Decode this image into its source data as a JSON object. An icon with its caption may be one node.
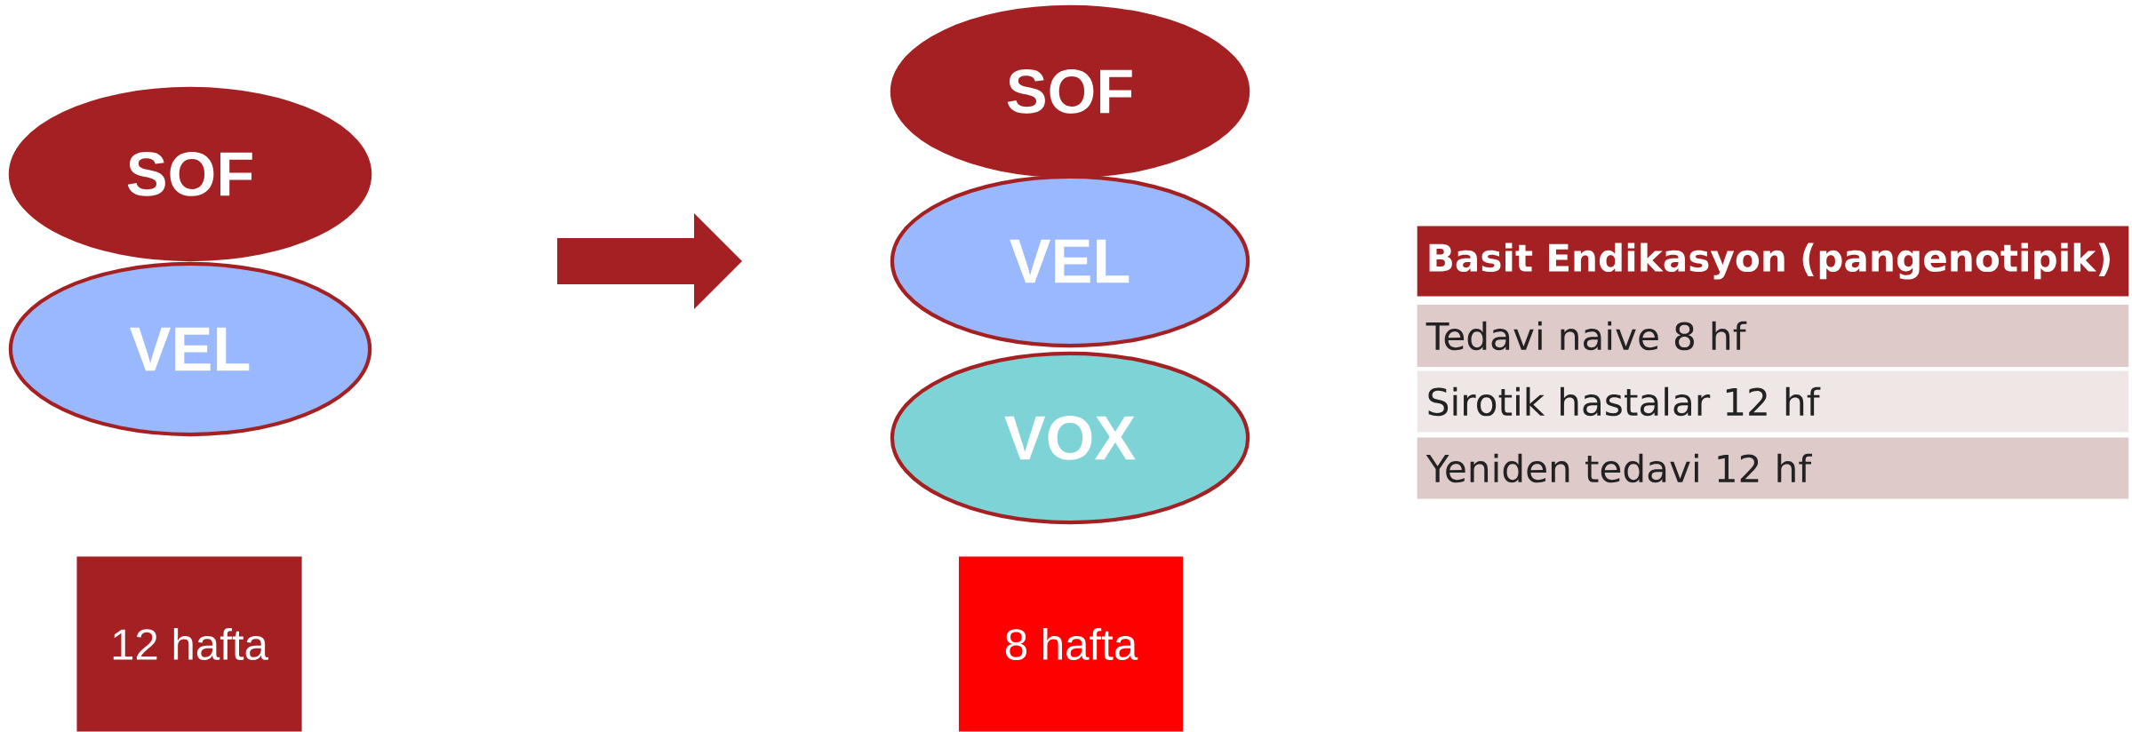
{
  "diagram": {
    "nodes": [
      {
        "text": [
          "SOF"
        ]
      },
      {
        "text": [
          "VEL"
        ]
      },
      {
        "text": [
          "12 hafta"
        ]
      },
      {
        "text": [
          "SOF"
        ]
      },
      {
        "text": [
          "VEL"
        ]
      },
      {
        "text": [
          "VOX"
        ]
      },
      {
        "text": [
          "8 hafta"
        ]
      }
    ],
    "labels": [
      "Basit Endikasyon (pangenotipik)",
      "Tedavi naive 8 hf",
      "Sirotik hastalar 12 hf",
      "Yeniden tedavi 12 hf"
    ]
  }
}
